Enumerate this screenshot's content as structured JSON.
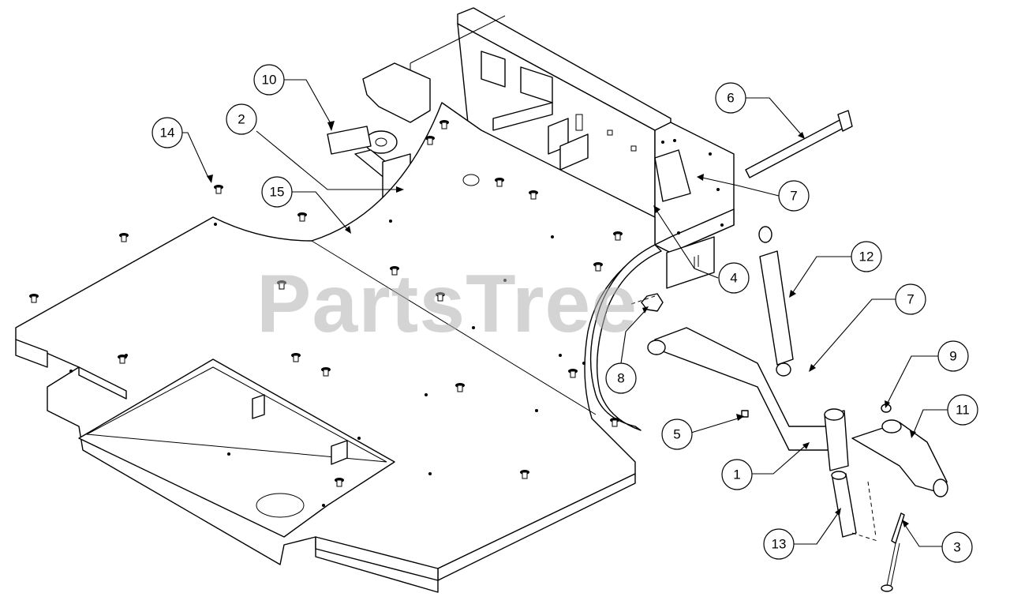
{
  "watermark": "PartsTree",
  "callouts": [
    "1",
    "2",
    "3",
    "4",
    "5",
    "6",
    "7",
    "7",
    "8",
    "9",
    "10",
    "11",
    "12",
    "13",
    "14",
    "15"
  ]
}
